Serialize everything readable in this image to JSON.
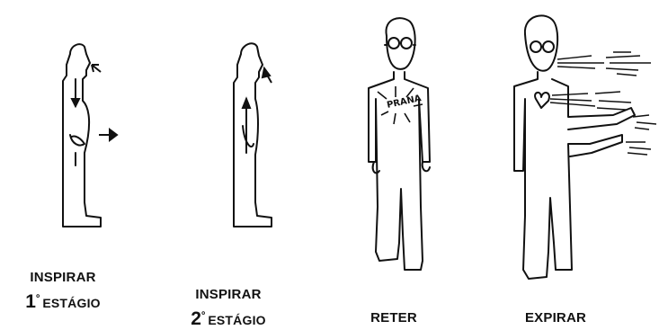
{
  "stages": [
    {
      "line1": "INSPIRAR",
      "ordinal": "1",
      "ordinal_mark": "º",
      "line2": "ESTÁGIO"
    },
    {
      "line1": "INSPIRAR",
      "ordinal": "2",
      "ordinal_mark": "º",
      "line2": "ESTÁGIO"
    },
    {
      "line1": "RETER"
    },
    {
      "line1": "EXPIRAR"
    }
  ],
  "chest_text": "PRANA"
}
